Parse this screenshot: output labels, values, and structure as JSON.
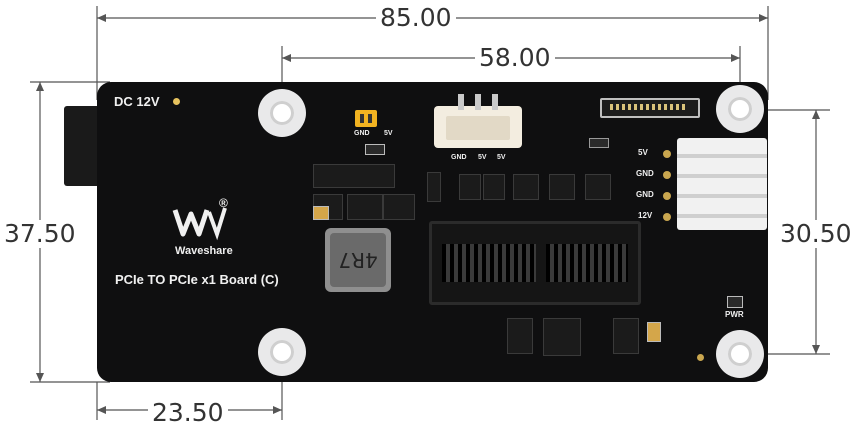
{
  "dimensions": {
    "width_total": "85.00",
    "hole_spacing_h": "58.00",
    "height_total": "37.50",
    "hole_spacing_v": "30.50",
    "left_offset": "23.50"
  },
  "silkscreen": {
    "dc_label": "DC 12V",
    "brand": "Waveshare",
    "product_name": "PCIe TO PCIe x1 Board (C)",
    "inductor": "4R7",
    "jumper_gnd": "GND",
    "jumper_5v": "5V",
    "header_gnd": "GND",
    "header_5v_a": "5V",
    "header_5v_b": "5V",
    "pin_5v": "5V",
    "pin_gnd_a": "GND",
    "pin_gnd_b": "GND",
    "pin_12v": "12V",
    "pwr": "PWR"
  },
  "colors": {
    "board": "#0f0f10",
    "silk": "#f0f0f0",
    "jumper": "#f2b321",
    "connector": "#f3ede0",
    "slot": "#151515"
  }
}
